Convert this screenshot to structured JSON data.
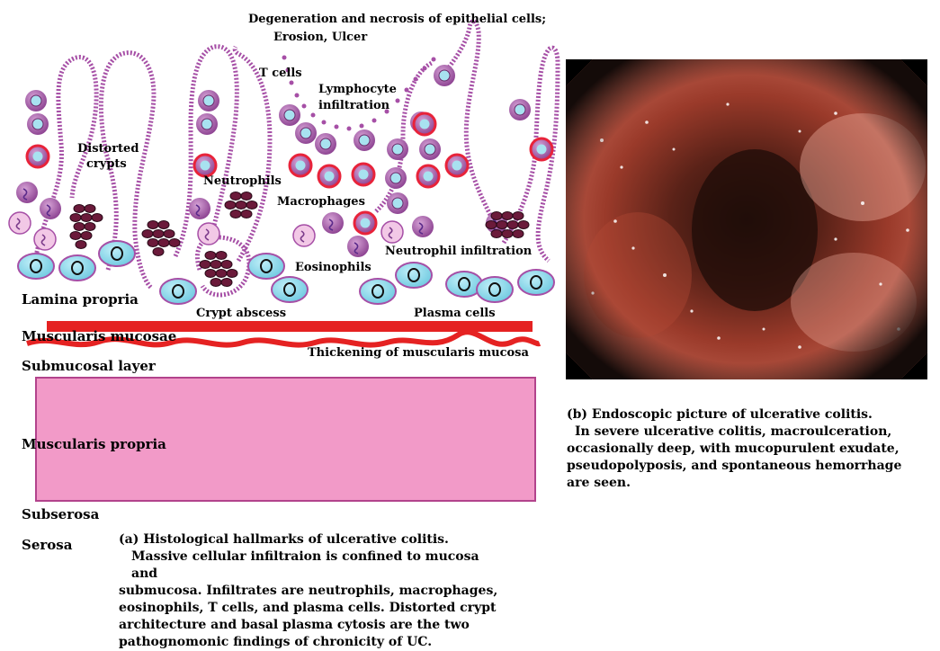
{
  "diagram": {
    "labels": {
      "degeneration": "Degeneration and necrosis of epithelial cells;",
      "erosion": "Erosion, Ulcer",
      "t_cells": "T cells",
      "lymph_1": "Lymphocyte",
      "lymph_2": "infiltration",
      "distorted_1": "Distorted",
      "distorted_2": "crypts",
      "neutrophils": "Neutrophils",
      "macrophages": "Macrophages",
      "eosinophils": "Eosinophils",
      "neutrophil_infiltration": "Neutrophil infiltration",
      "crypt_abscess": "Crypt abscess",
      "plasma_cells": "Plasma cells",
      "thickening": "Thickening of muscularis mucosa"
    },
    "layers": {
      "lamina_propria": "Lamina propria",
      "muscularis_mucosae": "Muscularis mucosae",
      "submucosal": "Submucosal layer",
      "muscularis_propria": "Muscularis propria",
      "subserosa": "Subserosa",
      "serosa": "Serosa"
    },
    "caption": {
      "title": "(a) Histological hallmarks of ulcerative colitis.",
      "line1": "Massive cellular infiltraion is confined to mucosa and",
      "line2": "submucosa. Infiltrates are neutrophils, macrophages,",
      "line3": "eosinophils, T cells, and plasma cells. Distorted crypt",
      "line4": "architecture and basal plasma cytosis are the two",
      "line5": "pathognomonic findings of chronicity of UC."
    }
  },
  "endoscopy": {
    "caption": {
      "title": "(b) Endoscopic picture of ulcerative colitis.",
      "line1": "In severe ulcerative colitis, macroulceration,",
      "line2": "occasionally deep, with mucopurulent exudate,",
      "line3": "pseudopolyposis, and spontaneous hemorrhage",
      "line4": "are seen."
    }
  },
  "colors": {
    "crypt_outline": "#a64fa6",
    "muscle_red": "#e52222",
    "propria_fill": "#f29ac8",
    "propria_border": "#b2438c",
    "tcell": "#9b4f9e",
    "tcell_nucleus": "#a8e2f0",
    "plasma_ring": "#e8233a",
    "eosinophil": "#f2c8e6",
    "neutrophil": "#6b1a3a",
    "epithelial": "#88d8ec"
  }
}
